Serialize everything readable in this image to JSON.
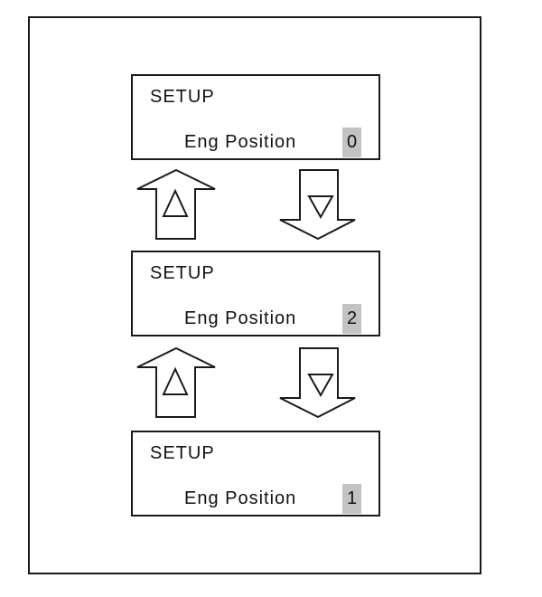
{
  "diagram": {
    "panels": [
      {
        "title": "SETUP",
        "field_label": "Eng Position",
        "value": "0"
      },
      {
        "title": "SETUP",
        "field_label": "Eng Position",
        "value": "2"
      },
      {
        "title": "SETUP",
        "field_label": "Eng Position",
        "value": "1"
      }
    ],
    "icons": {
      "up_arrow_key_glyph": "△",
      "down_arrow_key_glyph": "▽"
    },
    "colors": {
      "line": "#1a1a1a",
      "background": "#ffffff",
      "value_highlight": "#c3c3c3"
    }
  }
}
